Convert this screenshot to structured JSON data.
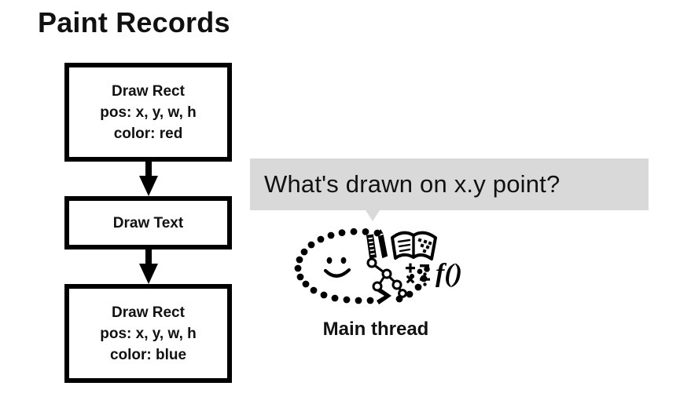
{
  "slide": {
    "title": "Paint Records",
    "background_color": "#ffffff",
    "ink_color": "#000000"
  },
  "paint_records": {
    "boxes": [
      {
        "name": "draw-rect-red",
        "lines": [
          "Draw Rect",
          "pos: x, y, w, h",
          "color: red"
        ]
      },
      {
        "name": "draw-text",
        "lines": [
          "Draw Text"
        ]
      },
      {
        "name": "draw-rect-blue",
        "lines": [
          "Draw Rect",
          "pos: x, y, w, h",
          "color: blue"
        ]
      }
    ],
    "arrow_icon": "arrow-down-icon",
    "arrow_count": 2
  },
  "speech_bubble": {
    "text": "What's drawn on x.y point?",
    "background_color": "#d9d9d9",
    "text_color": "#111111",
    "tail_direction": "down"
  },
  "thinking_figure": {
    "caption": "Main thread",
    "icons": [
      "thought-bubble-dotted-oval-icon",
      "smiley-face-icon",
      "ruler-icon",
      "pencil-icon",
      "open-book-icon",
      "node-tree-icon",
      "math-operators-icon",
      "function-notation-icon",
      "arrowhead-icon"
    ],
    "math_operators": "+ - x ÷",
    "function_notation": "f()"
  }
}
